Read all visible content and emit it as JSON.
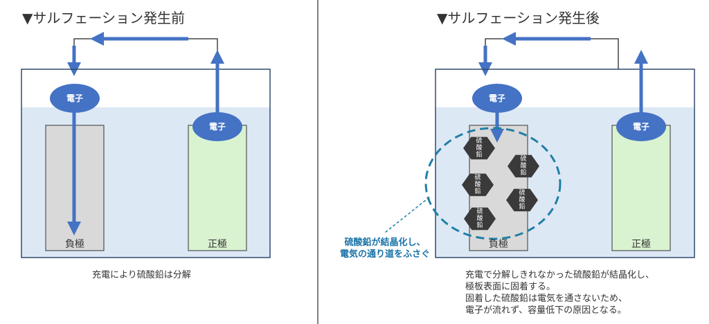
{
  "colors": {
    "arrow": "#4472c4",
    "electron": "#4472c4",
    "electrolyte": "#dde8f5",
    "negative_plate": "#d9d9d9",
    "positive_plate": "#d9f2d0",
    "container_border": "#2f4a6e",
    "wire": "#444444",
    "crystal": "#3a3a3a",
    "dashed_circle": "#1f7ea6",
    "callout_text": "#1a73a8",
    "divider": "#555555"
  },
  "left": {
    "title": "▼サルフェーション発生前",
    "electron_top": "電子",
    "electron_positive": "電子",
    "negative_label": "負極",
    "positive_label": "正極",
    "caption": "充電により硫酸鉛は分解"
  },
  "right": {
    "title": "▼サルフェーション発生後",
    "electron_top": "電子",
    "electron_positive": "電子",
    "negative_label": "負極",
    "positive_label": "正極",
    "crystals": [
      {
        "lines": [
          "硫",
          "酸",
          "鉛"
        ]
      },
      {
        "lines": [
          "硫",
          "酸",
          "鉛"
        ]
      },
      {
        "lines": [
          "硫",
          "酸",
          "鉛"
        ]
      },
      {
        "lines": [
          "硫",
          "酸",
          "鉛"
        ]
      },
      {
        "lines": [
          "硫",
          "酸",
          "鉛"
        ]
      }
    ],
    "callout": [
      "硫酸鉛が結晶化し、",
      "電気の通り道をふさぐ"
    ],
    "caption": [
      "充電で分解しきれなかった硫酸鉛が結晶化し、",
      "極板表面に固着する。",
      "固着した硫酸鉛は電気を通さないため、",
      "電子が流れず、容量低下の原因となる。"
    ]
  }
}
